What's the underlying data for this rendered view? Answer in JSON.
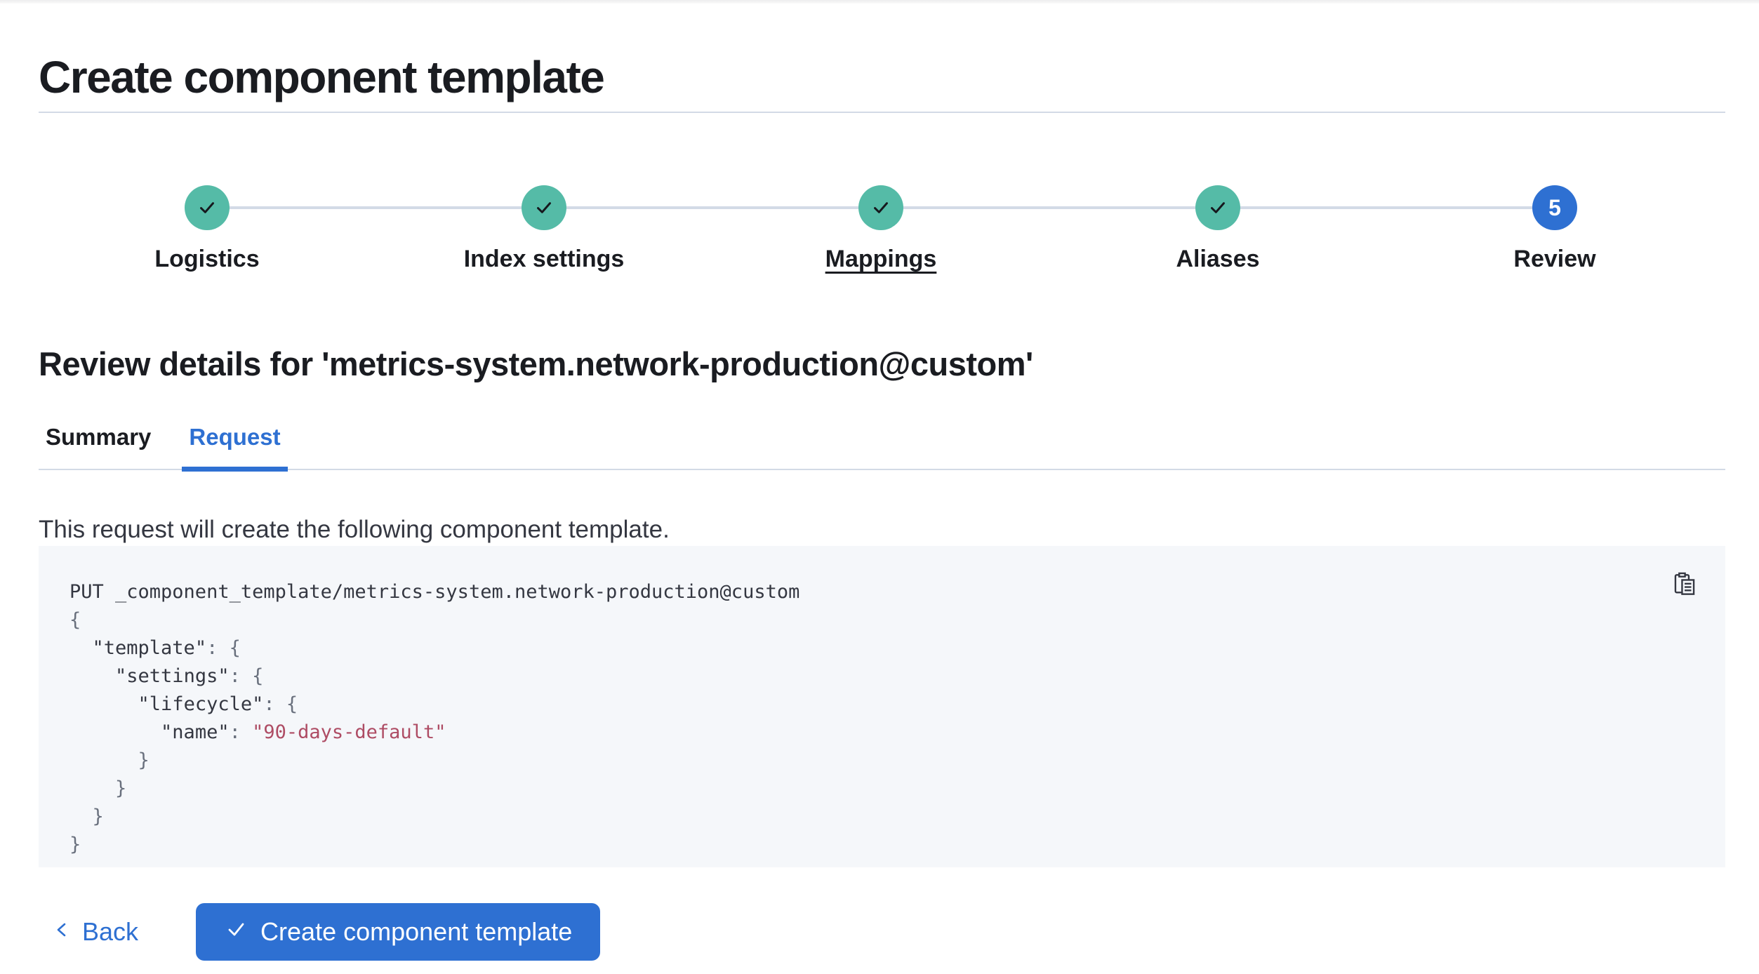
{
  "page": {
    "title": "Create component template",
    "review_heading": "Review details for 'metrics-system.network-production@custom'",
    "description": "This request will create the following component template."
  },
  "stepper": {
    "steps": [
      {
        "label": "Logistics",
        "status": "complete",
        "underlined": false
      },
      {
        "label": "Index settings",
        "status": "complete",
        "underlined": false
      },
      {
        "label": "Mappings",
        "status": "complete",
        "underlined": true
      },
      {
        "label": "Aliases",
        "status": "complete",
        "underlined": false
      },
      {
        "label": "Review",
        "status": "current",
        "number": "5",
        "underlined": false
      }
    ]
  },
  "tabs": [
    {
      "label": "Summary",
      "selected": false
    },
    {
      "label": "Request",
      "selected": true
    }
  ],
  "code": {
    "copy_icon": "clipboard-icon",
    "lines": [
      [
        {
          "t": "PUT _component_template/metrics-system.network-production@custom",
          "c": "p"
        }
      ],
      [
        {
          "t": "{",
          "c": "g"
        }
      ],
      [
        {
          "t": "  ",
          "c": "p"
        },
        {
          "t": "\"template\"",
          "c": "p"
        },
        {
          "t": ": ",
          "c": "g"
        },
        {
          "t": "{",
          "c": "g"
        }
      ],
      [
        {
          "t": "    ",
          "c": "p"
        },
        {
          "t": "\"settings\"",
          "c": "p"
        },
        {
          "t": ": ",
          "c": "g"
        },
        {
          "t": "{",
          "c": "g"
        }
      ],
      [
        {
          "t": "      ",
          "c": "p"
        },
        {
          "t": "\"lifecycle\"",
          "c": "p"
        },
        {
          "t": ": ",
          "c": "g"
        },
        {
          "t": "{",
          "c": "g"
        }
      ],
      [
        {
          "t": "        ",
          "c": "p"
        },
        {
          "t": "\"name\"",
          "c": "p"
        },
        {
          "t": ": ",
          "c": "g"
        },
        {
          "t": "\"90-days-default\"",
          "c": "s"
        }
      ],
      [
        {
          "t": "      }",
          "c": "g"
        }
      ],
      [
        {
          "t": "    }",
          "c": "g"
        }
      ],
      [
        {
          "t": "  }",
          "c": "g"
        }
      ],
      [
        {
          "t": "}",
          "c": "g"
        }
      ]
    ]
  },
  "footer": {
    "back_label": "Back",
    "create_label": "Create component template"
  },
  "colors": {
    "primary_blue": "#2e70d2",
    "success_teal": "#55bba7",
    "divider": "#d3dae6",
    "code_background": "#f5f7fa",
    "code_text": "#343741",
    "code_punctuation": "#69707d",
    "code_string": "#ae4c64",
    "heading_text": "#1a1c21"
  }
}
